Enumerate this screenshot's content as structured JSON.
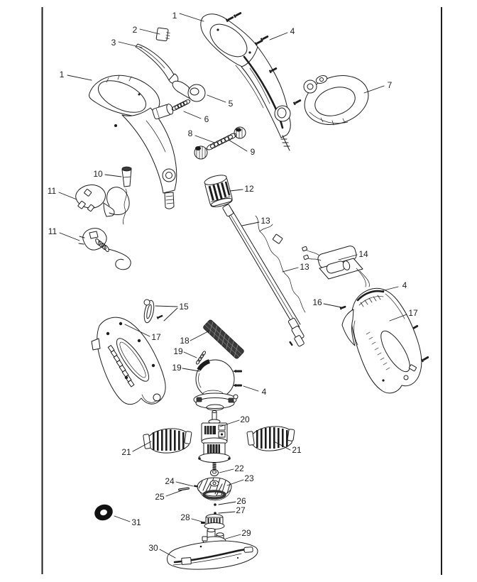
{
  "figure": {
    "kind": "exploded-parts-diagram",
    "colors": {
      "ink": "#1d1d1d",
      "paper": "#ffffff"
    },
    "callouts": [
      {
        "label": "1"
      },
      {
        "label": "2"
      },
      {
        "label": "3"
      },
      {
        "label": "4"
      },
      {
        "label": "1"
      },
      {
        "label": "7"
      },
      {
        "label": "5"
      },
      {
        "label": "6"
      },
      {
        "label": "8"
      },
      {
        "label": "9"
      },
      {
        "label": "10"
      },
      {
        "label": "11"
      },
      {
        "label": "12"
      },
      {
        "label": "11"
      },
      {
        "label": "13"
      },
      {
        "label": "13"
      },
      {
        "label": "14"
      },
      {
        "label": "4"
      },
      {
        "label": "16"
      },
      {
        "label": "17"
      },
      {
        "label": "15"
      },
      {
        "label": "17"
      },
      {
        "label": "18"
      },
      {
        "label": "19"
      },
      {
        "label": "19"
      },
      {
        "label": "4"
      },
      {
        "label": "20"
      },
      {
        "label": "21"
      },
      {
        "label": "21"
      },
      {
        "label": "22"
      },
      {
        "label": "23"
      },
      {
        "label": "24"
      },
      {
        "label": "25"
      },
      {
        "label": "26"
      },
      {
        "label": "27"
      },
      {
        "label": "28"
      },
      {
        "label": "31"
      },
      {
        "label": "29"
      },
      {
        "label": "30"
      }
    ]
  }
}
